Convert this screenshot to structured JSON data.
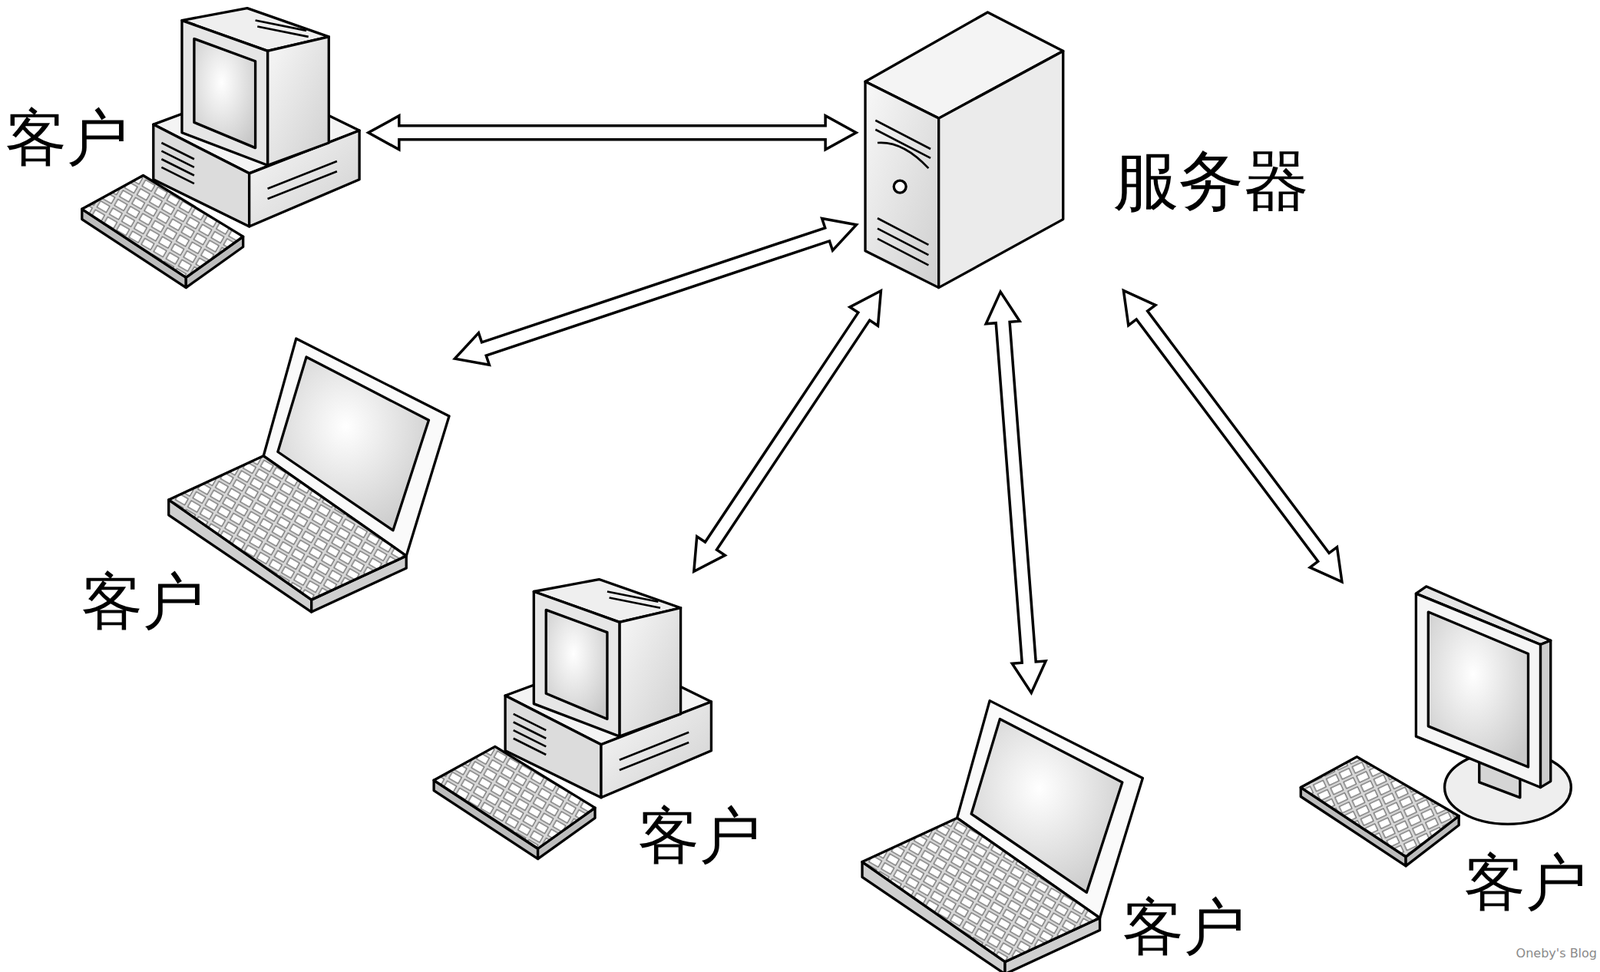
{
  "diagram": {
    "nodes": [
      {
        "text": [
          "客户"
        ]
      },
      {
        "text": [
          "服务器"
        ]
      },
      {
        "text": [
          "客户"
        ]
      },
      {
        "text": [
          "客户"
        ]
      },
      {
        "text": [
          "客户"
        ]
      },
      {
        "text": [
          "客户"
        ]
      }
    ],
    "edges": [
      {
        "from": 1,
        "to": 0,
        "arrow": "both"
      },
      {
        "from": 1,
        "to": 2,
        "arrow": "both"
      },
      {
        "from": 1,
        "to": 3,
        "arrow": "both"
      },
      {
        "from": 1,
        "to": 4,
        "arrow": "both"
      },
      {
        "from": 1,
        "to": 5,
        "arrow": "both"
      }
    ],
    "labels": [
      "Oneby's Blog"
    ]
  }
}
